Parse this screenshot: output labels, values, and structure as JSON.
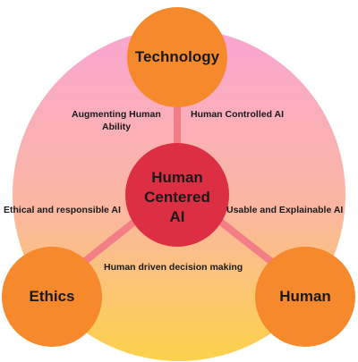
{
  "center": {
    "line1": "Human",
    "line2": "Centered",
    "line3": "AI",
    "color": "#dc2f43"
  },
  "nodes": {
    "top": {
      "label": "Technology"
    },
    "left": {
      "label": "Ethics"
    },
    "right": {
      "label": "Human"
    },
    "color": "#f7892d"
  },
  "edge_labels": {
    "augmenting_line1": "Augmenting Human",
    "augmenting_line2": "Ability",
    "controlled": "Human Controlled AI",
    "ethical": "Ethical and responsible AI",
    "usable": "Usable and Explainable AI",
    "driven": "Human driven decision making"
  },
  "colors": {
    "background_top": "#f9a6d2",
    "background_bottom": "#fcd24a",
    "connector": "#f47e85"
  }
}
